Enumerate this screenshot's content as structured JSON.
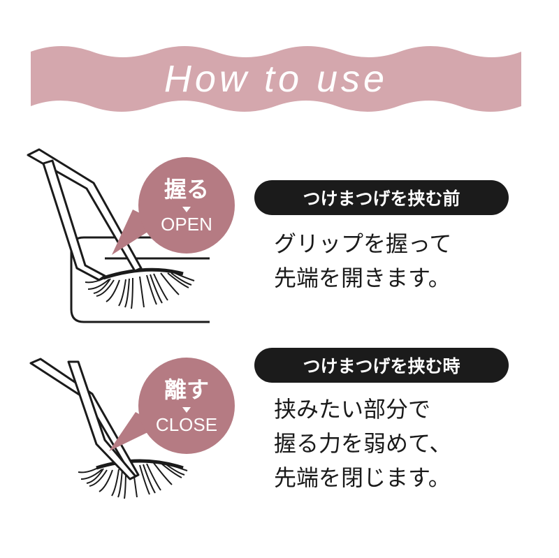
{
  "banner": {
    "title": "How to use",
    "color": "#d4a7ad"
  },
  "steps": [
    {
      "bubble": {
        "verb": "握る",
        "word": "OPEN"
      },
      "heading": "つけまつげを挟む前",
      "lines": [
        "グリップを握って",
        "先端を開きます。"
      ]
    },
    {
      "bubble": {
        "verb": "離す",
        "word": "CLOSE"
      },
      "heading": "つけまつげを挟む時",
      "lines": [
        "挟みたい部分で",
        "握る力を弱めて、",
        "先端を閉じます。"
      ]
    }
  ],
  "colors": {
    "bubble": "#b57b83",
    "pill": "#1b1b1b"
  }
}
